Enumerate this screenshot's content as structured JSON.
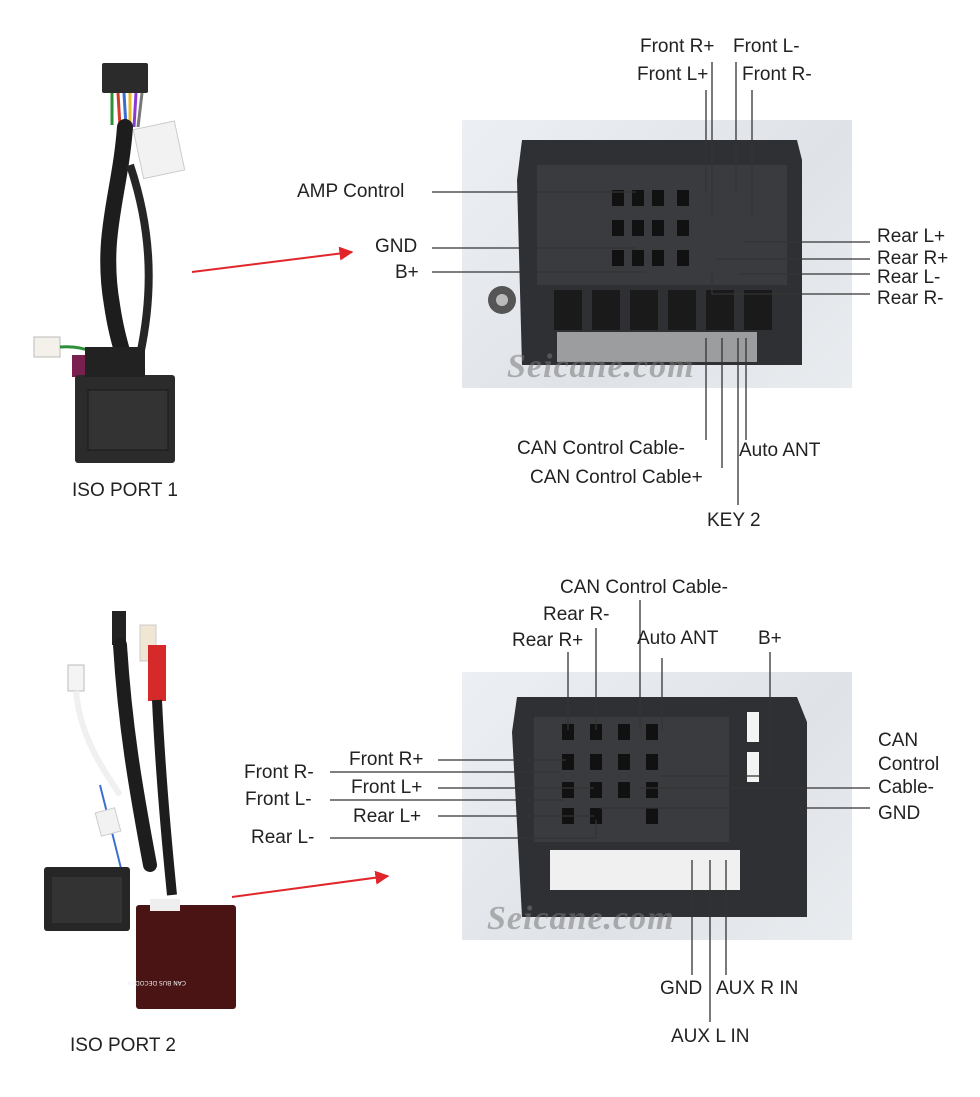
{
  "port1": {
    "caption": "ISO PORT 1",
    "watermark": "Seicane.com",
    "labels": {
      "front_r_plus": "Front R+",
      "front_l_minus": "Front L-",
      "front_l_plus": "Front L+",
      "front_r_minus": "Front R-",
      "amp_control": "AMP Control",
      "gnd": "GND",
      "b_plus": "B+",
      "rear_l_plus": "Rear L+",
      "rear_r_plus": "Rear R+",
      "rear_l_minus": "Rear L-",
      "rear_r_minus": "Rear R-",
      "can_minus": "CAN Control Cable-",
      "can_plus": "CAN Control Cable+",
      "auto_ant": "Auto ANT",
      "key2": "KEY 2"
    }
  },
  "port2": {
    "caption": "ISO PORT 2",
    "watermark": "Seicane.com",
    "decoder_label": "CAN BUS DECODER",
    "labels": {
      "can_minus_top": "CAN Control Cable-",
      "rear_r_minus": "Rear R-",
      "rear_r_plus": "Rear R+",
      "auto_ant": "Auto ANT",
      "b_plus": "B+",
      "front_r_plus": "Front R+",
      "front_r_minus": "Front R-",
      "front_l_plus": "Front L+",
      "front_l_minus": "Front L-",
      "rear_l_plus": "Rear L+",
      "rear_l_minus": "Rear L-",
      "can_right_1": "CAN",
      "can_right_2": "Control",
      "can_right_3": "Cable-",
      "gnd_right": "GND",
      "gnd_bottom": "GND",
      "aux_r": "AUX R IN",
      "aux_l": "AUX L IN"
    }
  },
  "colors": {
    "arrow": "#e0262a",
    "line": "#333333",
    "connector": "#2b2b2b"
  }
}
